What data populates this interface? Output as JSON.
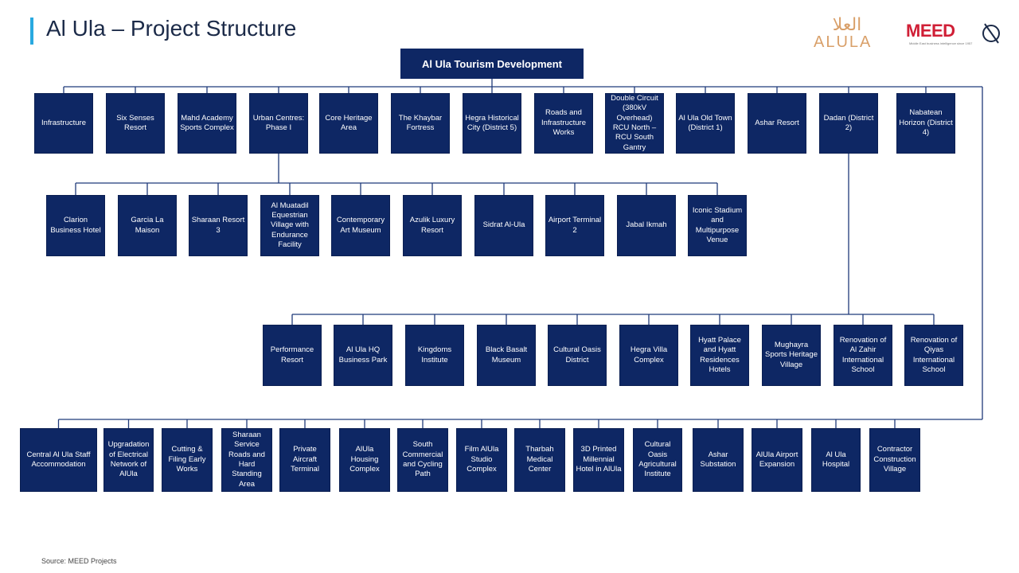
{
  "header": {
    "title": "Al Ula – Project Structure",
    "logo_alula_text": "ALULA",
    "logo_alula_arabic": "العلا",
    "logo_meed_text": "MEED",
    "logo_meed_tagline": "Middle East business intelligence since 1957"
  },
  "root": {
    "label": "Al Ula Tourism Development"
  },
  "level1": [
    "Infrastructure",
    "Six Senses Resort",
    "Mahd Academy Sports Complex",
    "Urban Centres: Phase I",
    "Core Heritage Area",
    "The Khaybar Fortress",
    "Hegra Historical City (District 5)",
    "Roads and Infrastructure Works",
    "Double Circuit (380kV Overhead) RCU North – RCU South Gantry",
    "Al Ula Old Town (District 1)",
    "Ashar Resort",
    "Dadan (District 2)",
    "Nabatean Horizon (District 4)"
  ],
  "level2_urban": [
    "Clarion Business Hotel",
    "Garcia La Maison",
    "Sharaan Resort 3",
    "Al Muatadil Equestrian Village with Endurance Facility",
    "Contemporary Art Museum",
    "Azulik Luxury Resort",
    "Sidrat Al-Ula",
    "Airport Terminal 2",
    "Jabal Ikmah",
    "Iconic Stadium and Multipurpose Venue"
  ],
  "level2_dadan": [
    "Performance Resort",
    "Al Ula HQ Business Park",
    "Kingdoms Institute",
    "Black Basalt Museum",
    "Cultural Oasis District",
    "Hegra Villa Complex",
    "Hyatt Palace and Hyatt Residences Hotels",
    "Mughayra Sports Heritage Village",
    "Renovation of Al Zahir International School",
    "Renovation of Qiyas International School"
  ],
  "level2_bottom": [
    "Central Al Ula Staff Accommodation",
    "Upgradation of Electrical Network of AlUla",
    "Cutting & Filing Early Works",
    "Sharaan Service Roads and Hard Standing Area",
    "Private Aircraft Terminal",
    "AlUla Housing Complex",
    "South Commercial and Cycling Path",
    "Film AlUla Studio Complex",
    "Tharbah Medical Center",
    "3D Printed Millennial Hotel in AlUla",
    "Cultural Oasis Agricultural Institute",
    "Ashar Substation",
    "AlUla Airport Expansion",
    "Al Ula Hospital",
    "Contractor Construction Village"
  ],
  "footer": {
    "source": "Source: MEED Projects"
  },
  "colors": {
    "box": "#0e2764",
    "line": "#1f3a7a",
    "accent": "#29a9e0"
  }
}
